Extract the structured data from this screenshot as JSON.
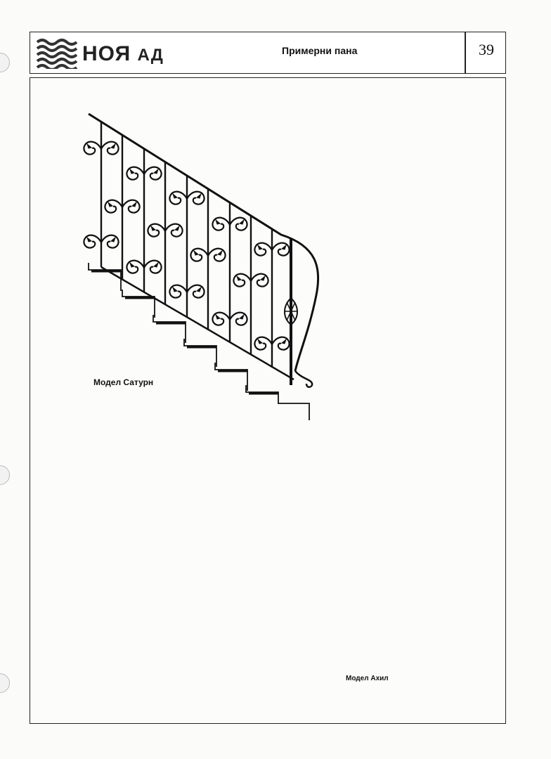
{
  "header": {
    "brand": "НОЯ",
    "brand_suffix": "АД",
    "title": "Примерни пана",
    "page_number": "39"
  },
  "models": [
    {
      "caption": "Модел Сатурн"
    },
    {
      "caption": "Модел Ахил"
    }
  ],
  "colors": {
    "ink": "#111111",
    "paper": "#fbfbfa"
  }
}
